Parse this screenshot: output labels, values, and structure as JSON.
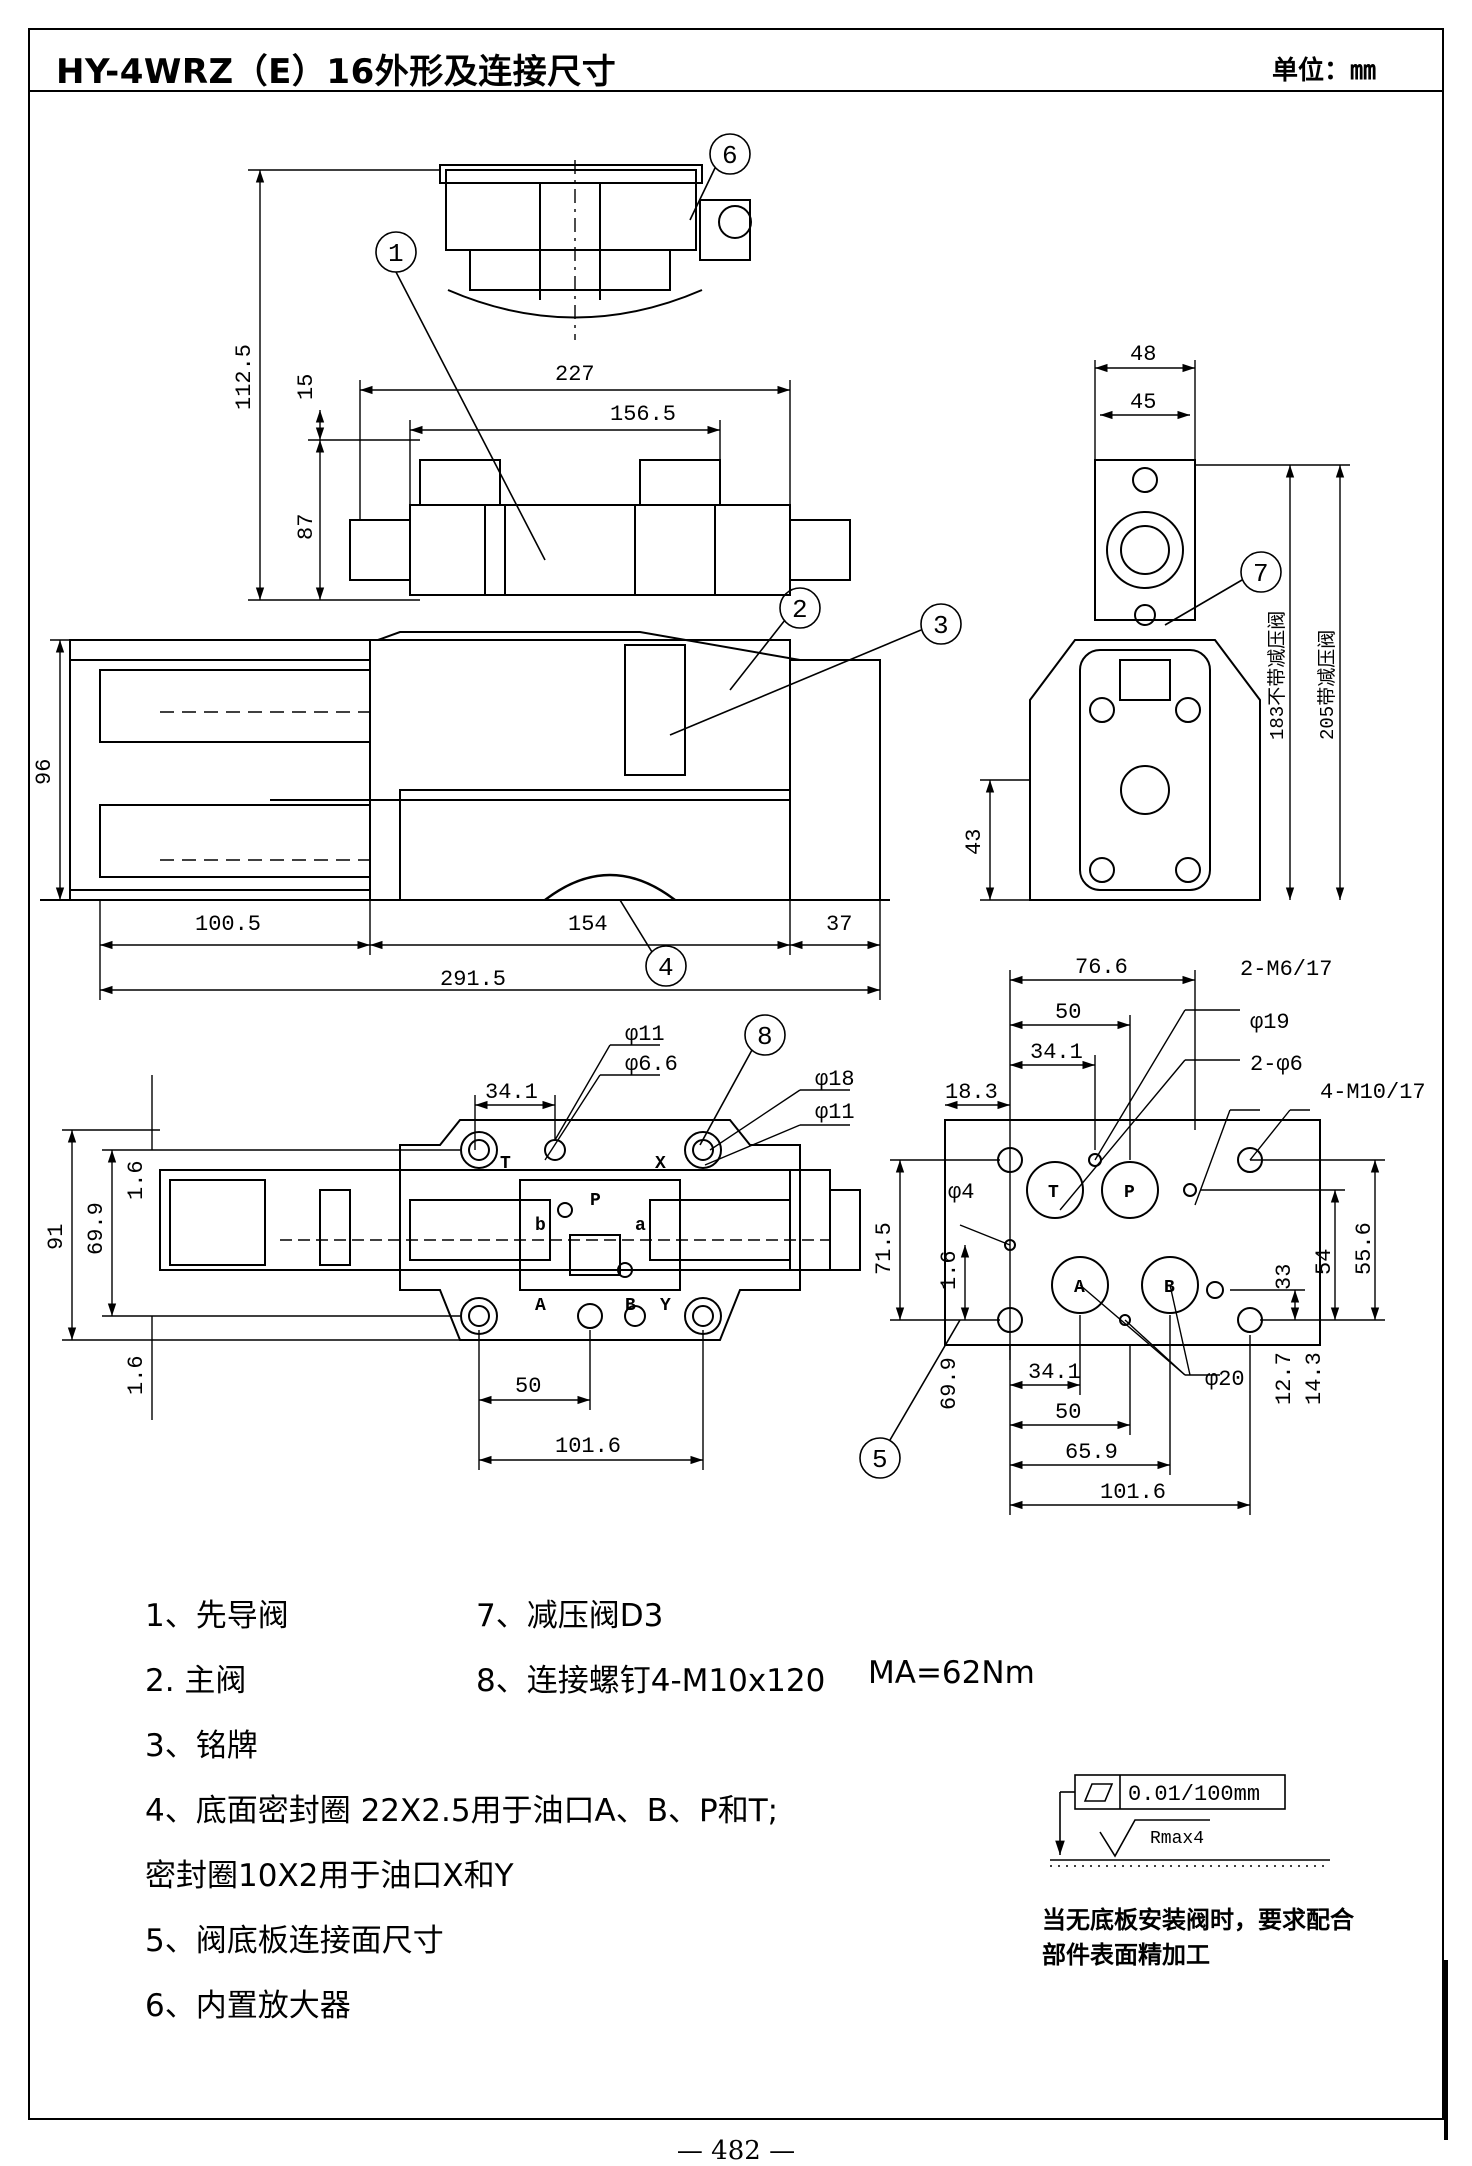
{
  "header": {
    "title": "HY-4WRZ（E）16外形及连接尺寸",
    "unit": "单位：㎜"
  },
  "views": {
    "front": {
      "dims": {
        "total_height_upper": "112.5",
        "d15": "15",
        "d87": "87",
        "d227": "227",
        "d156_5": "156.5",
        "d96": "96",
        "d100_5": "100.5",
        "d154": "154",
        "d37": "37",
        "d291_5": "291.5"
      }
    },
    "side": {
      "dims": {
        "d48": "48",
        "d45": "45",
        "d43": "43",
        "note183": "183不带减压阀",
        "note205": "205带减压阀"
      }
    },
    "top": {
      "dims": {
        "phi11_a": "φ11",
        "phi6_6": "φ6.6",
        "phi18": "φ18",
        "phi11_b": "φ11",
        "d34_1": "34.1",
        "d91": "91",
        "d69_9": "69.9",
        "d1_6a": "1.6",
        "d1_6b": "1.6",
        "d50": "50",
        "d101_6": "101.6"
      },
      "ports": {
        "T": "T",
        "P": "P",
        "X": "X",
        "A": "A",
        "B": "B",
        "Y": "Y",
        "a": "a",
        "b": "b"
      }
    },
    "mounting": {
      "dims": {
        "d76_6": "76.6",
        "d50": "50",
        "d34_1": "34.1",
        "d18_3": "18.3",
        "m6": "2-M6/17",
        "phi19": "φ19",
        "phi6": "2-φ6",
        "m10": "4-M10/17",
        "phi4": "φ4",
        "d71_5": "71.5",
        "d1_6": "1.6",
        "d69_9": "69.9",
        "d33": "33",
        "d54": "54",
        "d55_6": "55.6",
        "d12_7": "12.7",
        "d14_3": "14.3",
        "phi20": "φ20",
        "b34_1": "34.1",
        "b50": "50",
        "d65_9": "65.9",
        "b101_6": "101.6"
      },
      "ports": {
        "T": "T",
        "P": "P",
        "A": "A",
        "B": "B"
      }
    },
    "balloons": [
      "1",
      "2",
      "3",
      "4",
      "5",
      "6",
      "7",
      "8"
    ]
  },
  "legend": {
    "item1": "1、先导阀",
    "item2": "2. 主阀",
    "item3": "3、铭牌",
    "item4": "4、底面密封圈  22X2.5用于油口A、B、P和T;",
    "item4b": "密封圈10X2用于油口X和Y",
    "item5": "5、阀底板连接面尺寸",
    "item6": "6、内置放大器",
    "item7": "7、减压阀D3",
    "item8": "8、连接螺钉4-M10x120",
    "torque": "MA=62Nm"
  },
  "surface": {
    "flatness": "0.01/100mm",
    "roughness": "Rmax4",
    "note_line1": "当无底板安装阀时，要求配合",
    "note_line2": "部件表面精加工"
  },
  "page_number": "— 482 —"
}
